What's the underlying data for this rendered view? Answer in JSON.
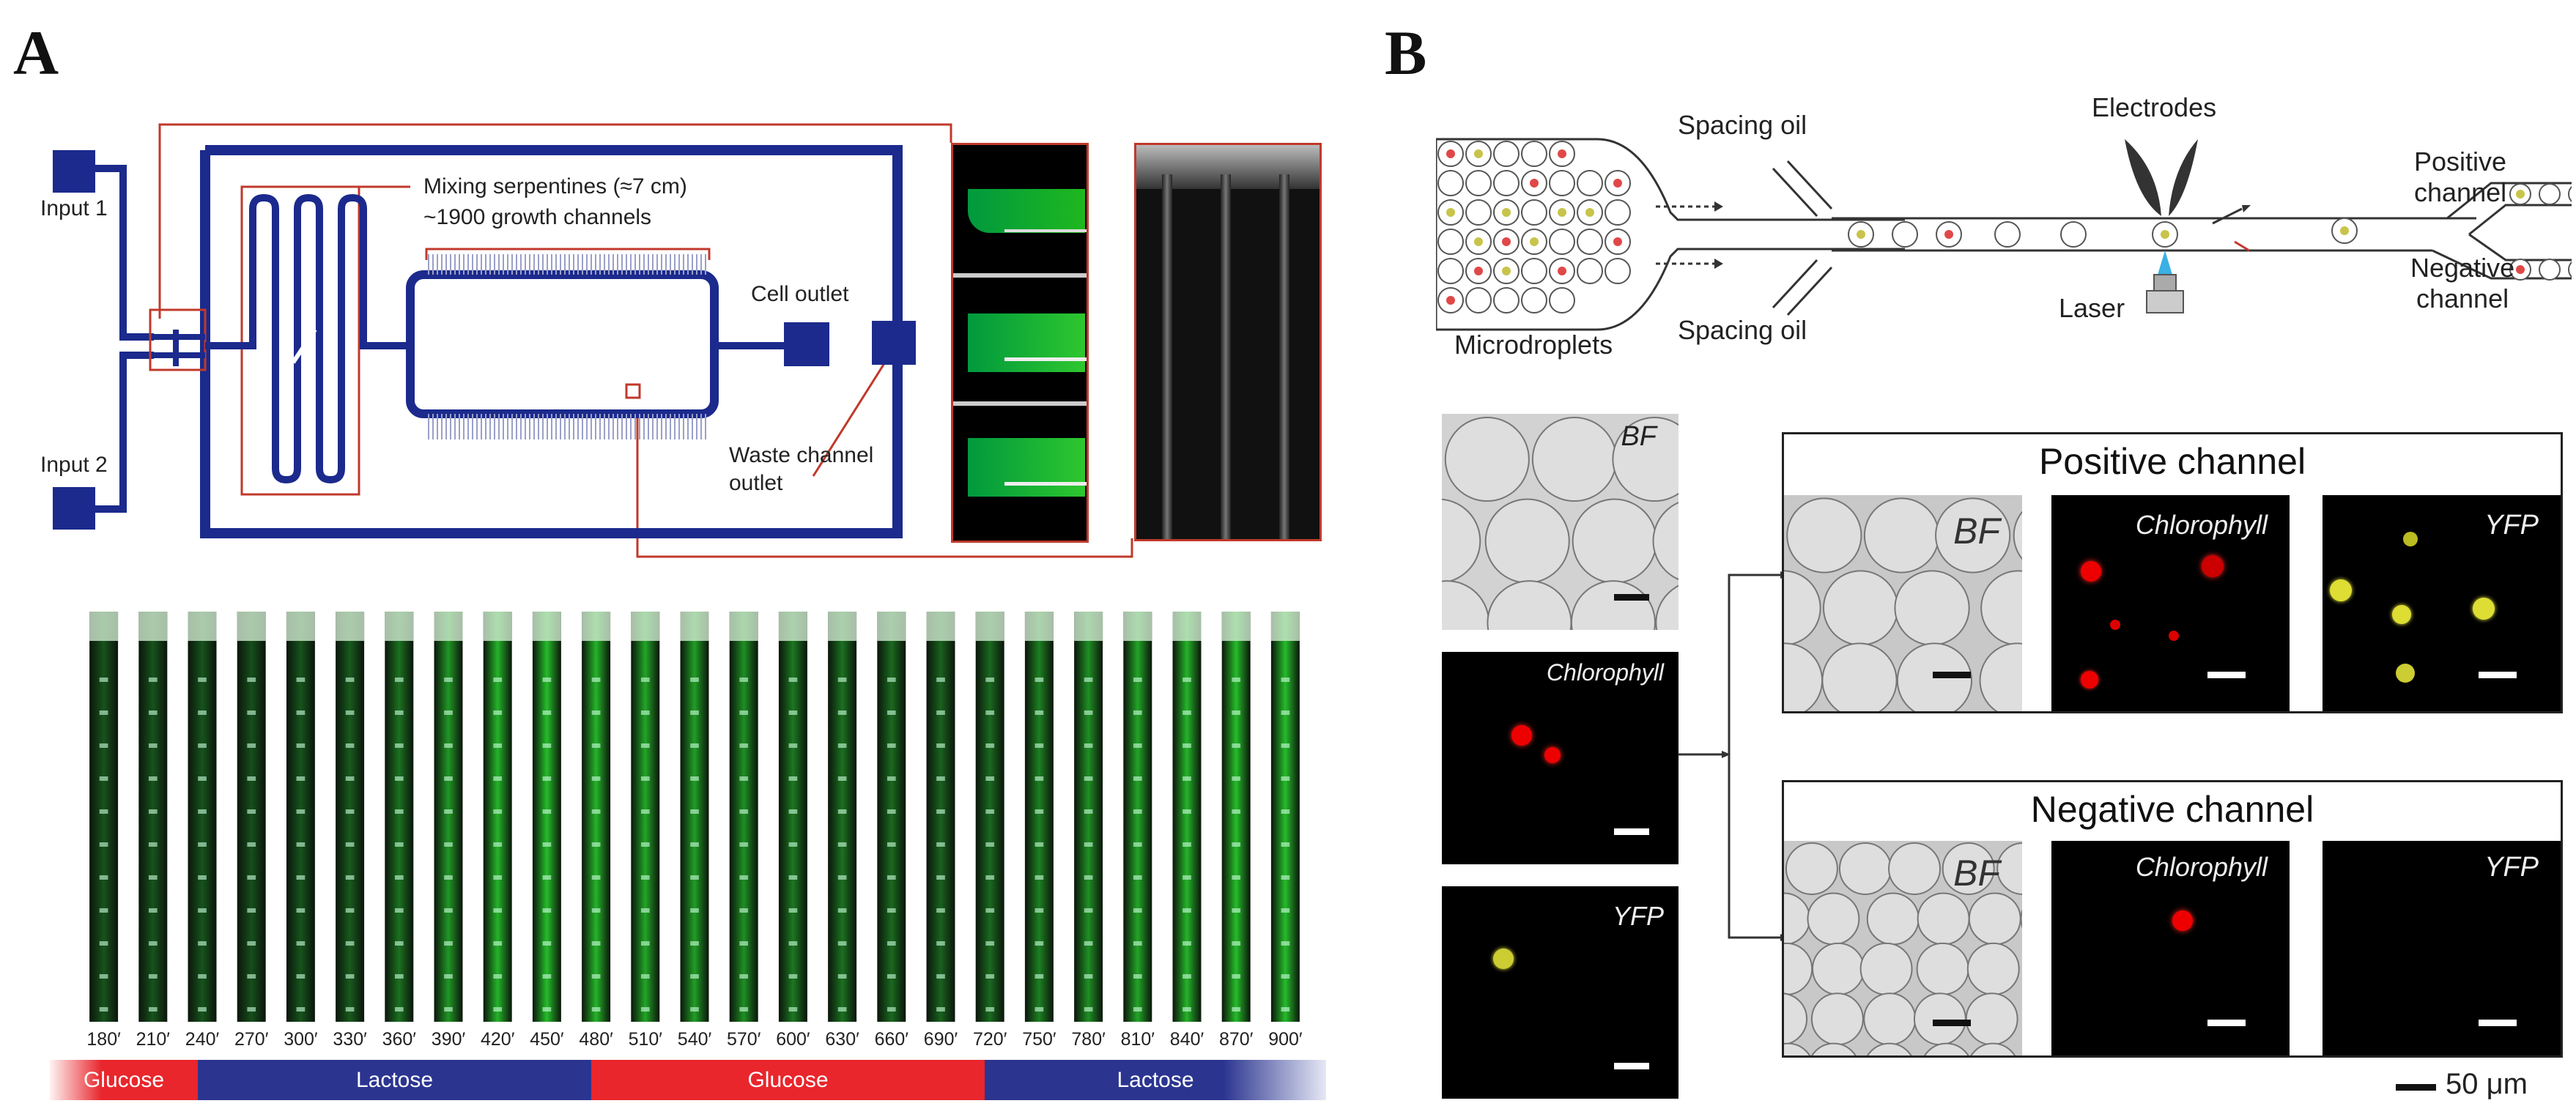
{
  "panelA": {
    "letter": "A",
    "labels": {
      "input1": "Input 1",
      "input2": "Input 2",
      "serpentines": "Mixing serpentines (≈7 cm)",
      "growth": "~1900 growth channels",
      "cell_outlet": "Cell outlet",
      "waste_l1": "Waste channel",
      "waste_l2": "outlet"
    },
    "timepoints": [
      "180′",
      "210′",
      "240′",
      "270′",
      "300′",
      "330′",
      "360′",
      "390′",
      "420′",
      "450′",
      "480′",
      "510′",
      "540′",
      "570′",
      "600′",
      "630′",
      "660′",
      "690′",
      "720′",
      "750′",
      "780′",
      "810′",
      "840′",
      "870′",
      "900′"
    ],
    "green_intensity": [
      0.15,
      0.15,
      0.15,
      0.12,
      0.15,
      0.2,
      0.35,
      0.6,
      0.8,
      0.85,
      0.8,
      0.7,
      0.65,
      0.55,
      0.4,
      0.35,
      0.3,
      0.25,
      0.3,
      0.45,
      0.55,
      0.7,
      0.8,
      0.85,
      0.85
    ],
    "media": [
      {
        "label": "Glucose",
        "color": "#e8262c"
      },
      {
        "label": "Lactose",
        "color": "#2b3590"
      },
      {
        "label": "Glucose",
        "color": "#e8262c"
      },
      {
        "label": "Lactose",
        "color": "#2b3590"
      }
    ]
  },
  "panelB": {
    "letter": "B",
    "schematic": {
      "spacing_oil_top": "Spacing oil",
      "spacing_oil_bottom": "Spacing oil",
      "microdroplets": "Microdroplets",
      "electrodes": "Electrodes",
      "laser": "Laser",
      "positive_l1": "Positive",
      "positive_l2": "channel",
      "negative_l1": "Negative",
      "negative_l2": "channel"
    },
    "input_images": {
      "bf": "BF",
      "chl": "Chlorophyll",
      "yfp": "YFP"
    },
    "positive": {
      "title": "Positive channel",
      "bf": "BF",
      "chl": "Chlorophyll",
      "yfp": "YFP"
    },
    "negative": {
      "title": "Negative channel",
      "bf": "BF",
      "chl": "Chlorophyll",
      "yfp": "YFP"
    },
    "scale": "50 μm"
  },
  "colors": {
    "chip_blue": "#1b2a8c",
    "outline_red": "#c0392b",
    "glucose": "#e8262c",
    "lactose": "#2b3590"
  }
}
